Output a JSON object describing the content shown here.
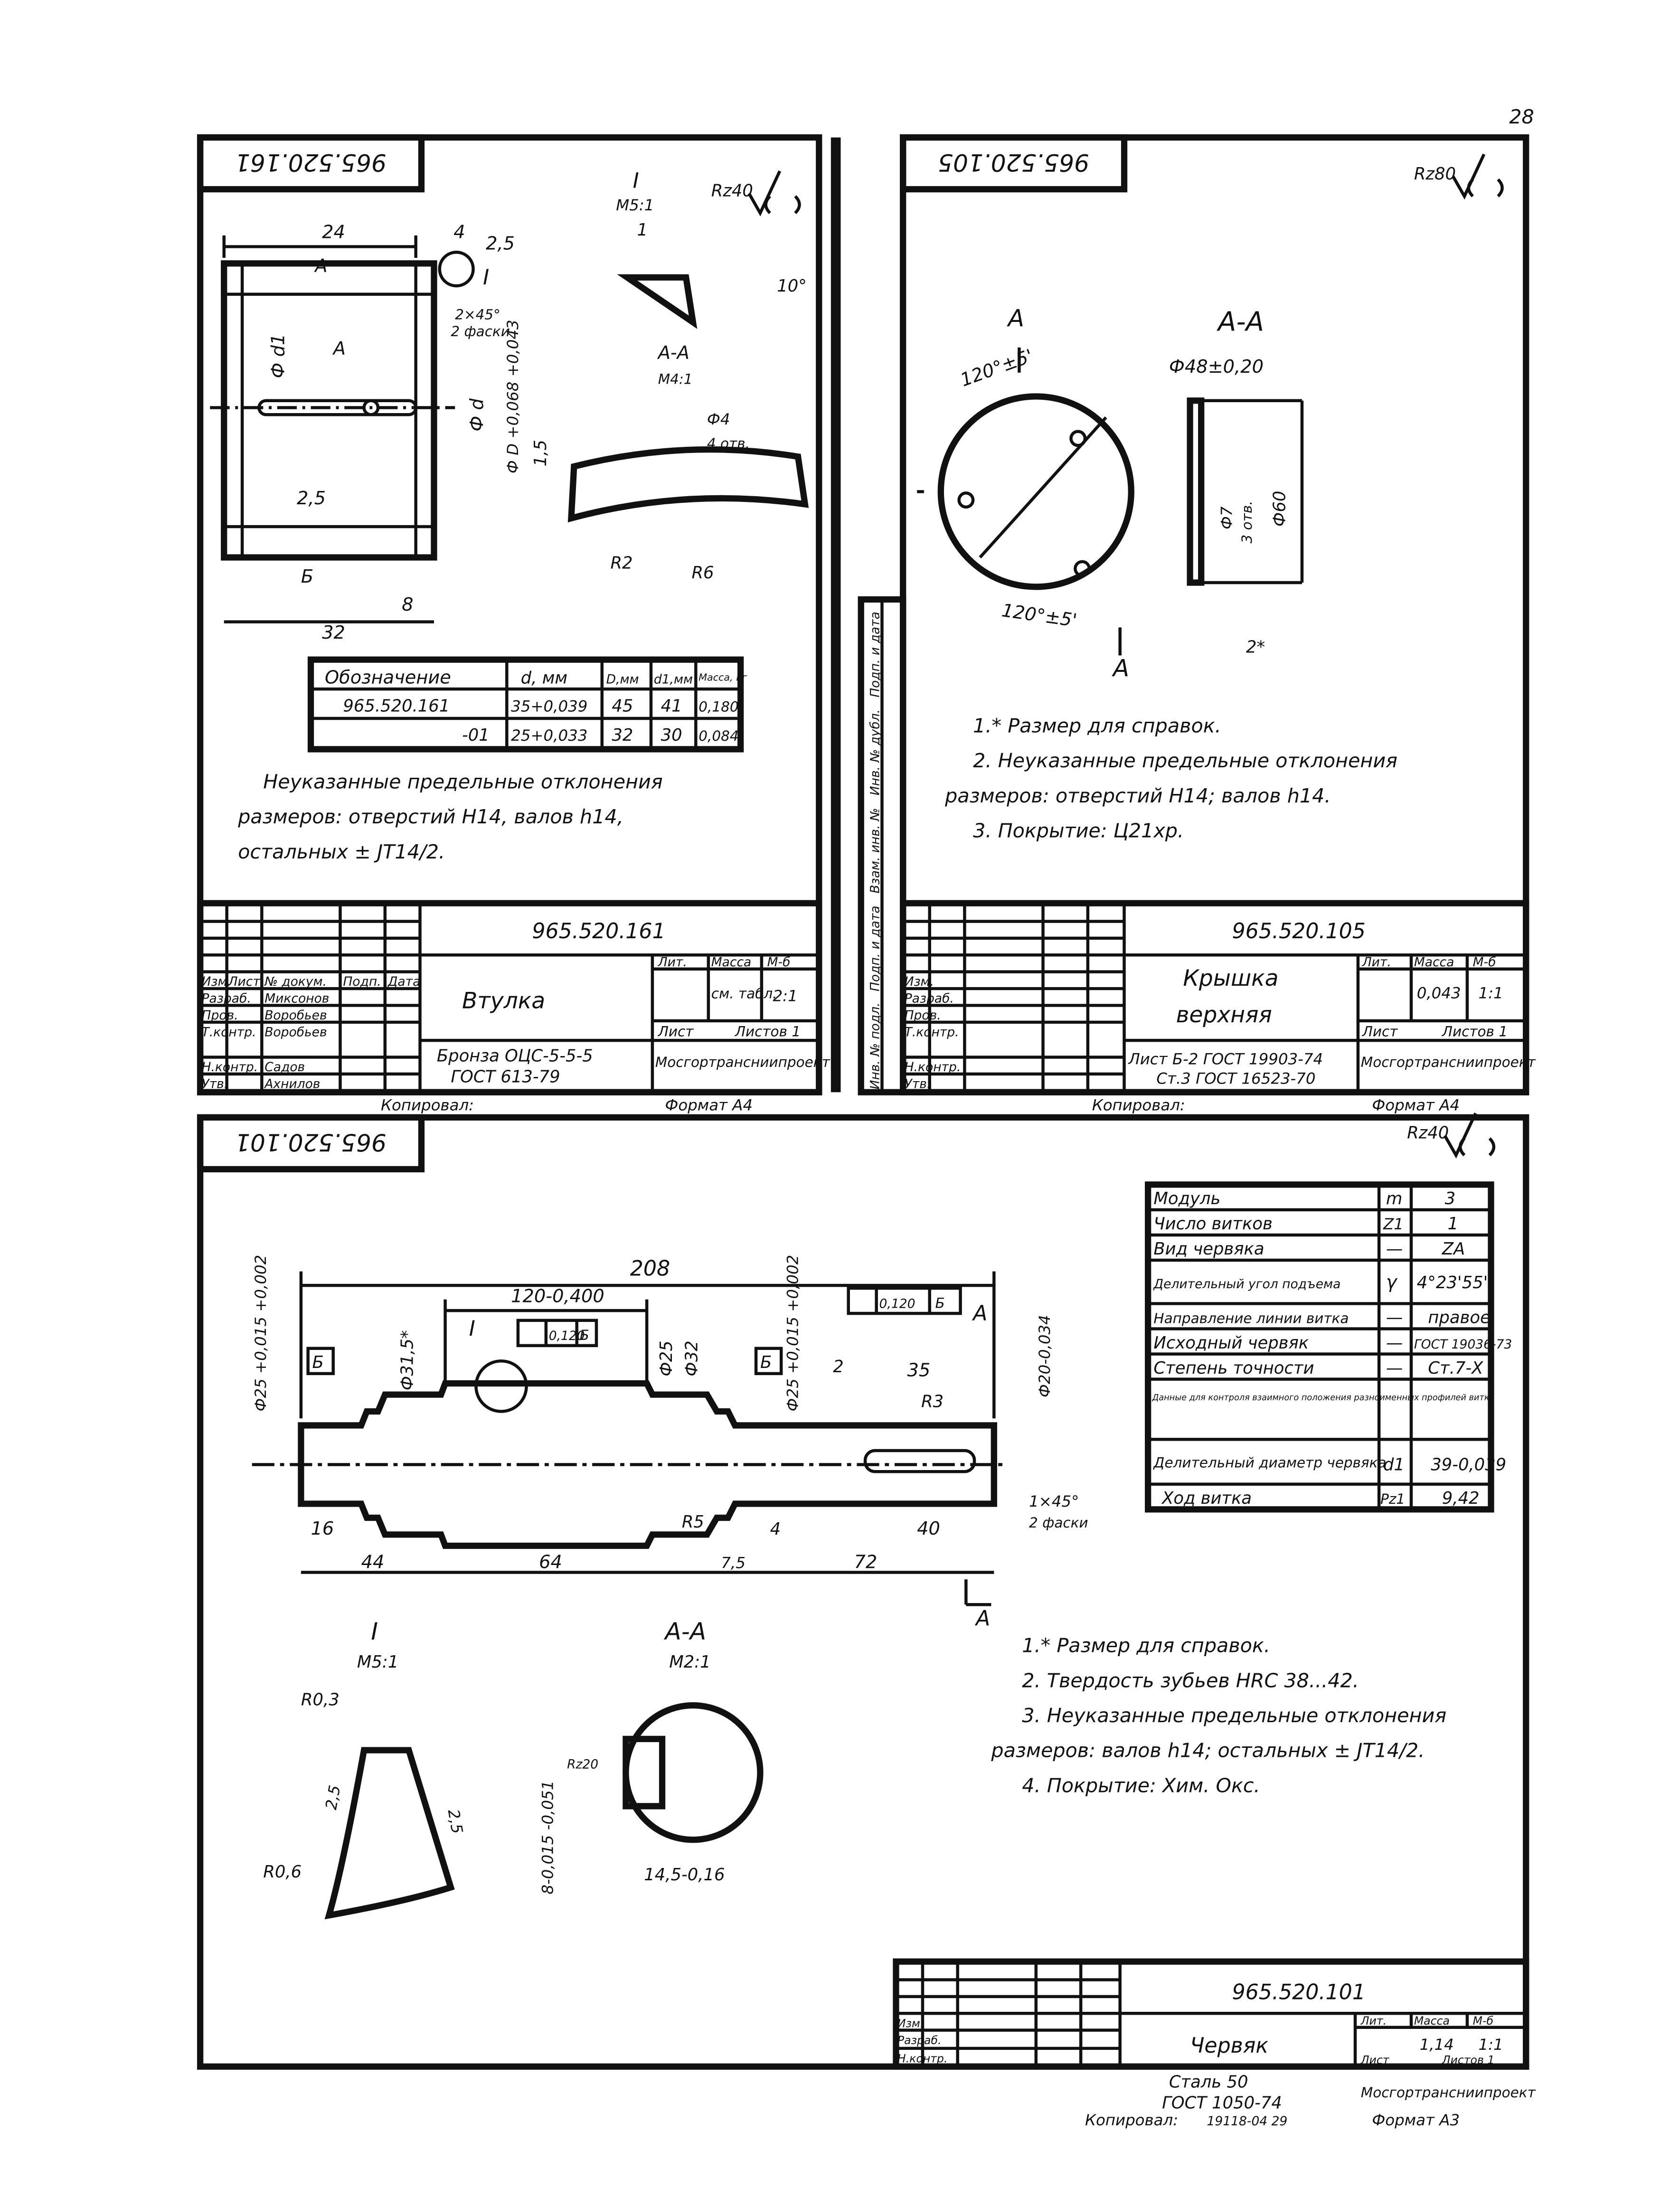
{
  "page_number": "28",
  "sheet1": {
    "designation_box": "965.520.161",
    "roughness": "Rz40",
    "detail_label": "I",
    "detail_scale": "M5:1",
    "section_label": "А-А",
    "section_scale": "М4:1",
    "dims": {
      "d24": "24",
      "d4": "4",
      "d25": "2,5",
      "dA": "А",
      "chamfer": "2×45°",
      "chamfer2": "2 фаски",
      "phi_d1": "Ф d1",
      "phi_d": "Ф d",
      "phi_D": "Ф D +0,068 +0,043",
      "d15": "1,5",
      "d25b": "2,5",
      "dB": "Б",
      "d8": "8",
      "d32": "32",
      "d1": "1",
      "angle10": "10°",
      "hole": "Ф4",
      "holes_n": "4 отв.",
      "r2": "R2",
      "r6": "R6"
    },
    "table": {
      "headers": [
        "Обозначение",
        "d, мм",
        "D,мм",
        "d1,мм",
        "Масса, кг"
      ],
      "rows": [
        [
          "965.520.161",
          "35+0,039",
          "45",
          "41",
          "0,180"
        ],
        [
          "-01",
          "25+0,033",
          "32",
          "30",
          "0,084"
        ]
      ]
    },
    "notes": [
      "Неуказанные предельные отклонения",
      "размеров: отверстий H14, валов h14,",
      "остальных ± JT14/2."
    ],
    "title_block": {
      "designation": "965.520.161",
      "name": "Втулка",
      "material": [
        "Бронза ОЦС-5-5-5",
        "ГОСТ 613-79"
      ],
      "lit": "Лит.",
      "mass_label": "Масса",
      "scale_label": "М-б",
      "mass": "см. табл.",
      "scale": "2:1",
      "sheet": "Лист",
      "sheets": "Листов 1",
      "org": "Мосгортрансниипроект",
      "rows": [
        [
          "Изм.",
          "Лист",
          "№ докум.",
          "Подп.",
          "Дата"
        ],
        [
          "Разраб.",
          "Миксонов"
        ],
        [
          "Пров.",
          "Воробьев"
        ],
        [
          "Т.контр.",
          "Воробьев"
        ],
        [
          "Н.контр.",
          "Садов"
        ],
        [
          "Утв.",
          "Ахнилов"
        ]
      ]
    },
    "footer": {
      "copied": "Копировал:",
      "format": "Формат А4"
    }
  },
  "sheet2": {
    "designation_box": "965.520.105",
    "roughness": "Rz80",
    "section_label": "А-А",
    "dims": {
      "angle1": "120°±5'",
      "angle2": "120°±5'",
      "bolt_circle": "Ф48±0,20",
      "phi60": "Ф60",
      "phi7": "Ф7",
      "holes_n": "3 отв.",
      "two": "2*",
      "A": "А"
    },
    "notes": [
      "1.* Размер для справок.",
      "2. Неуказанные предельные отклонения",
      "размеров: отверстий H14; валов h14.",
      "3. Покрытие: Ц21хр."
    ],
    "title_block": {
      "designation": "965.520.105",
      "name": [
        "Крышка",
        "верхняя"
      ],
      "material": [
        "Лист Б-2 ГОСТ 19903-74",
        "Ст.3 ГОСТ 16523-70"
      ],
      "lit": "Лит.",
      "mass_label": "Масса",
      "scale_label": "М-б",
      "mass": "0,043",
      "scale": "1:1",
      "sheet": "Лист",
      "sheets": "Листов 1",
      "org": "Мосгортрансниипроект"
    },
    "footer": {
      "copied": "Копировал:",
      "format": "Формат А4"
    },
    "side_labels": [
      "Инв. № подл.",
      "Подп. и дата",
      "Взам. инв. №",
      "Инв. № дубл.",
      "Подп. и дата"
    ]
  },
  "sheet3": {
    "designation_box": "965.520.101",
    "roughness": "Rz40",
    "params": [
      [
        "Модуль",
        "m",
        "3"
      ],
      [
        "Число витков",
        "Z1",
        "1"
      ],
      [
        "Вид червяка",
        "—",
        "ZA"
      ],
      [
        "Делительный угол подъема",
        "γ",
        "4°23'55\""
      ],
      [
        "Направление линии витка",
        "—",
        "правое"
      ],
      [
        "Исходный червяк",
        "—",
        "ГОСТ 19036-73"
      ],
      [
        "Степень точности",
        "—",
        "Ст.7-Х"
      ],
      [
        "Данные для контроля взаимного положения разноименных профилей витка",
        "",
        ""
      ],
      [
        "Делительный диаметр червяка",
        "d1",
        "39-0,039"
      ],
      [
        "Ход витка",
        "Pz1",
        "9,42"
      ]
    ],
    "dims": {
      "d208": "208",
      "d120": "120-0,400",
      "d16": "16",
      "d44": "44",
      "d64": "64",
      "d75": "7,5",
      "d72": "72",
      "d35": "35",
      "d40": "40",
      "d2": "2",
      "d4": "4",
      "r25": "R5",
      "r3": "R3",
      "phi25a": "Ф25 +0,015 +0,002",
      "phi315": "Ф31,5*",
      "phi25": "Ф25",
      "phi32": "Ф32",
      "phi25b": "Ф25 +0,015 +0,002",
      "phi20": "Ф20-0,034",
      "runout": "0,120",
      "runout2": "0,120",
      "datum": "Б",
      "chamfer": "1×45°",
      "chamfer2": "2 фаски",
      "I": "I",
      "A": "А"
    },
    "detail": {
      "label": "I",
      "scale": "M5:1",
      "r03": "R0,3",
      "r06": "R0,6",
      "d25l": "2,5",
      "d25r": "2,5"
    },
    "section": {
      "label": "А-А",
      "scale": "М2:1",
      "width": "14,5-0,16",
      "key": "8-0,015 -0,051",
      "rough": "Rz20"
    },
    "notes": [
      "1.* Размер для справок.",
      "2. Твердость зубьев HRC 38...42.",
      "3. Неуказанные предельные отклонения",
      "размеров: валов h14; остальных ± JT14/2.",
      "4. Покрытие: Хим. Окс."
    ],
    "title_block": {
      "designation": "965.520.101",
      "name": "Червяк",
      "material": [
        "Сталь 50",
        "ГОСТ 1050-74"
      ],
      "lit": "Лит.",
      "mass_label": "Масса",
      "scale_label": "М-б",
      "mass": "1,14",
      "scale": "1:1",
      "sheet": "Лист",
      "sheets": "Листов 1",
      "org": "Мосгортрансниипроект"
    },
    "footer": {
      "copied": "Копировал:",
      "stamp": "19118-04  29",
      "format": "Формат А3"
    }
  }
}
